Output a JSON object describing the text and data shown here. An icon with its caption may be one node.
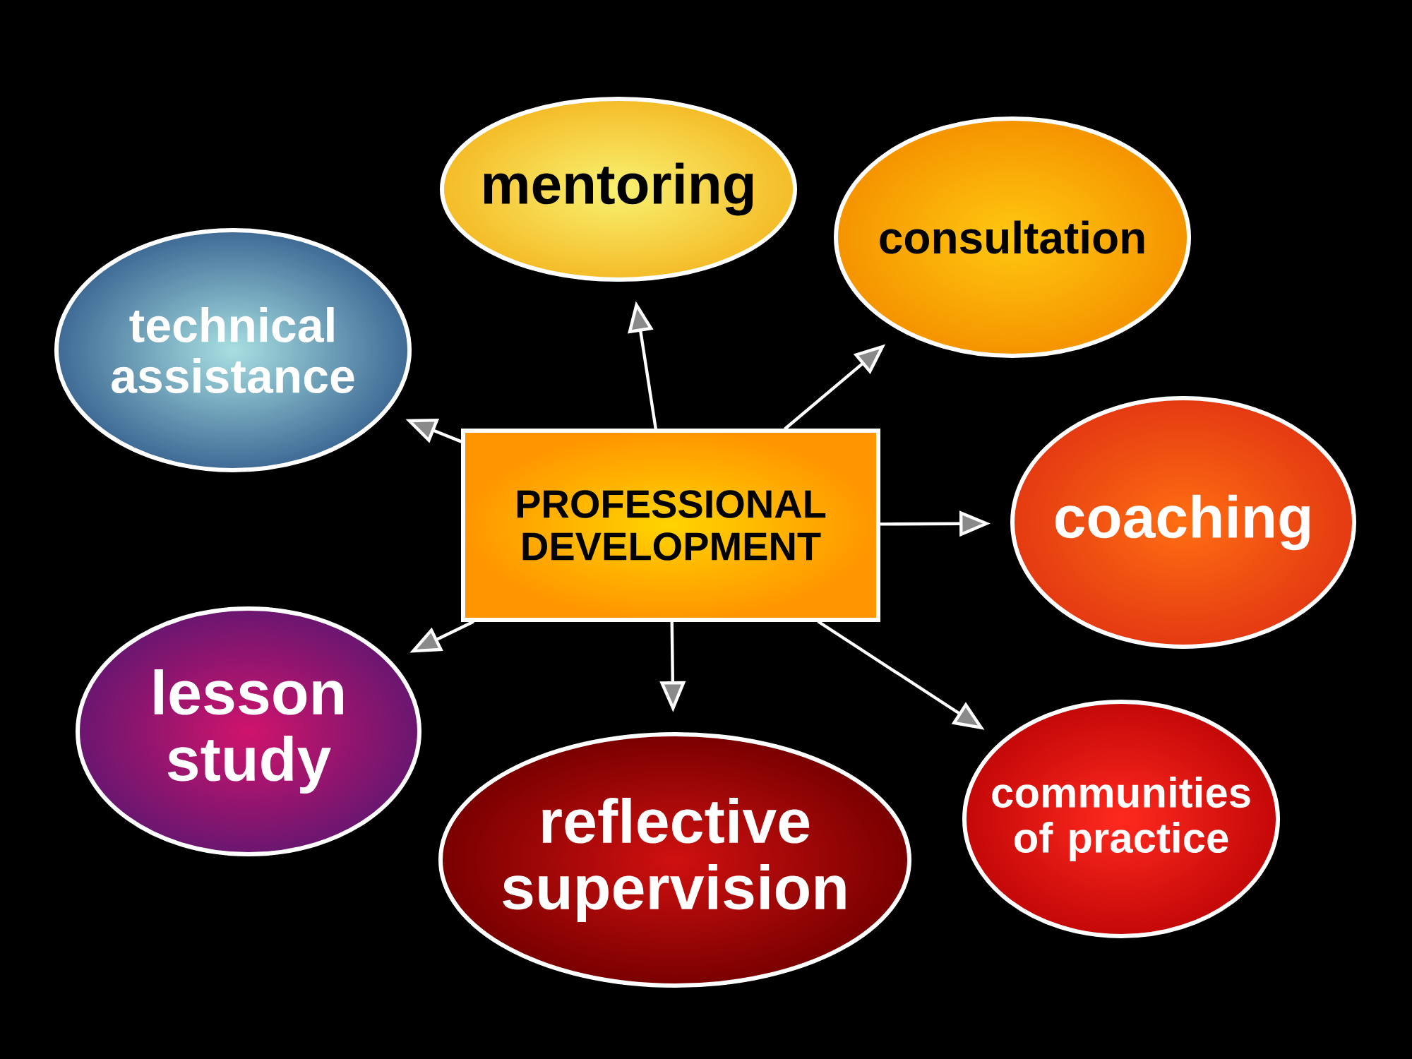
{
  "diagram": {
    "nodes": [
      {
        "text": [
          "mentoring"
        ]
      },
      {
        "text": [
          "consultation"
        ]
      },
      {
        "text": [
          "technical assistance"
        ]
      },
      {
        "text": [
          "PROFESSIONAL DEVELOPMENT"
        ]
      },
      {
        "text": [
          "coaching"
        ]
      },
      {
        "text": [
          "lesson study"
        ]
      },
      {
        "text": [
          "communities of practice"
        ]
      },
      {
        "text": [
          "reflective supervision"
        ]
      }
    ],
    "edges": [
      {
        "from": 3,
        "to": 0,
        "arrow": "to"
      },
      {
        "from": 3,
        "to": 1,
        "arrow": "to"
      },
      {
        "from": 3,
        "to": 4,
        "arrow": "to"
      },
      {
        "from": 3,
        "to": 6,
        "arrow": "to"
      },
      {
        "from": 3,
        "to": 7,
        "arrow": "to"
      },
      {
        "from": 3,
        "to": 5,
        "arrow": "to"
      },
      {
        "from": 3,
        "to": 2,
        "arrow": "to"
      }
    ]
  }
}
